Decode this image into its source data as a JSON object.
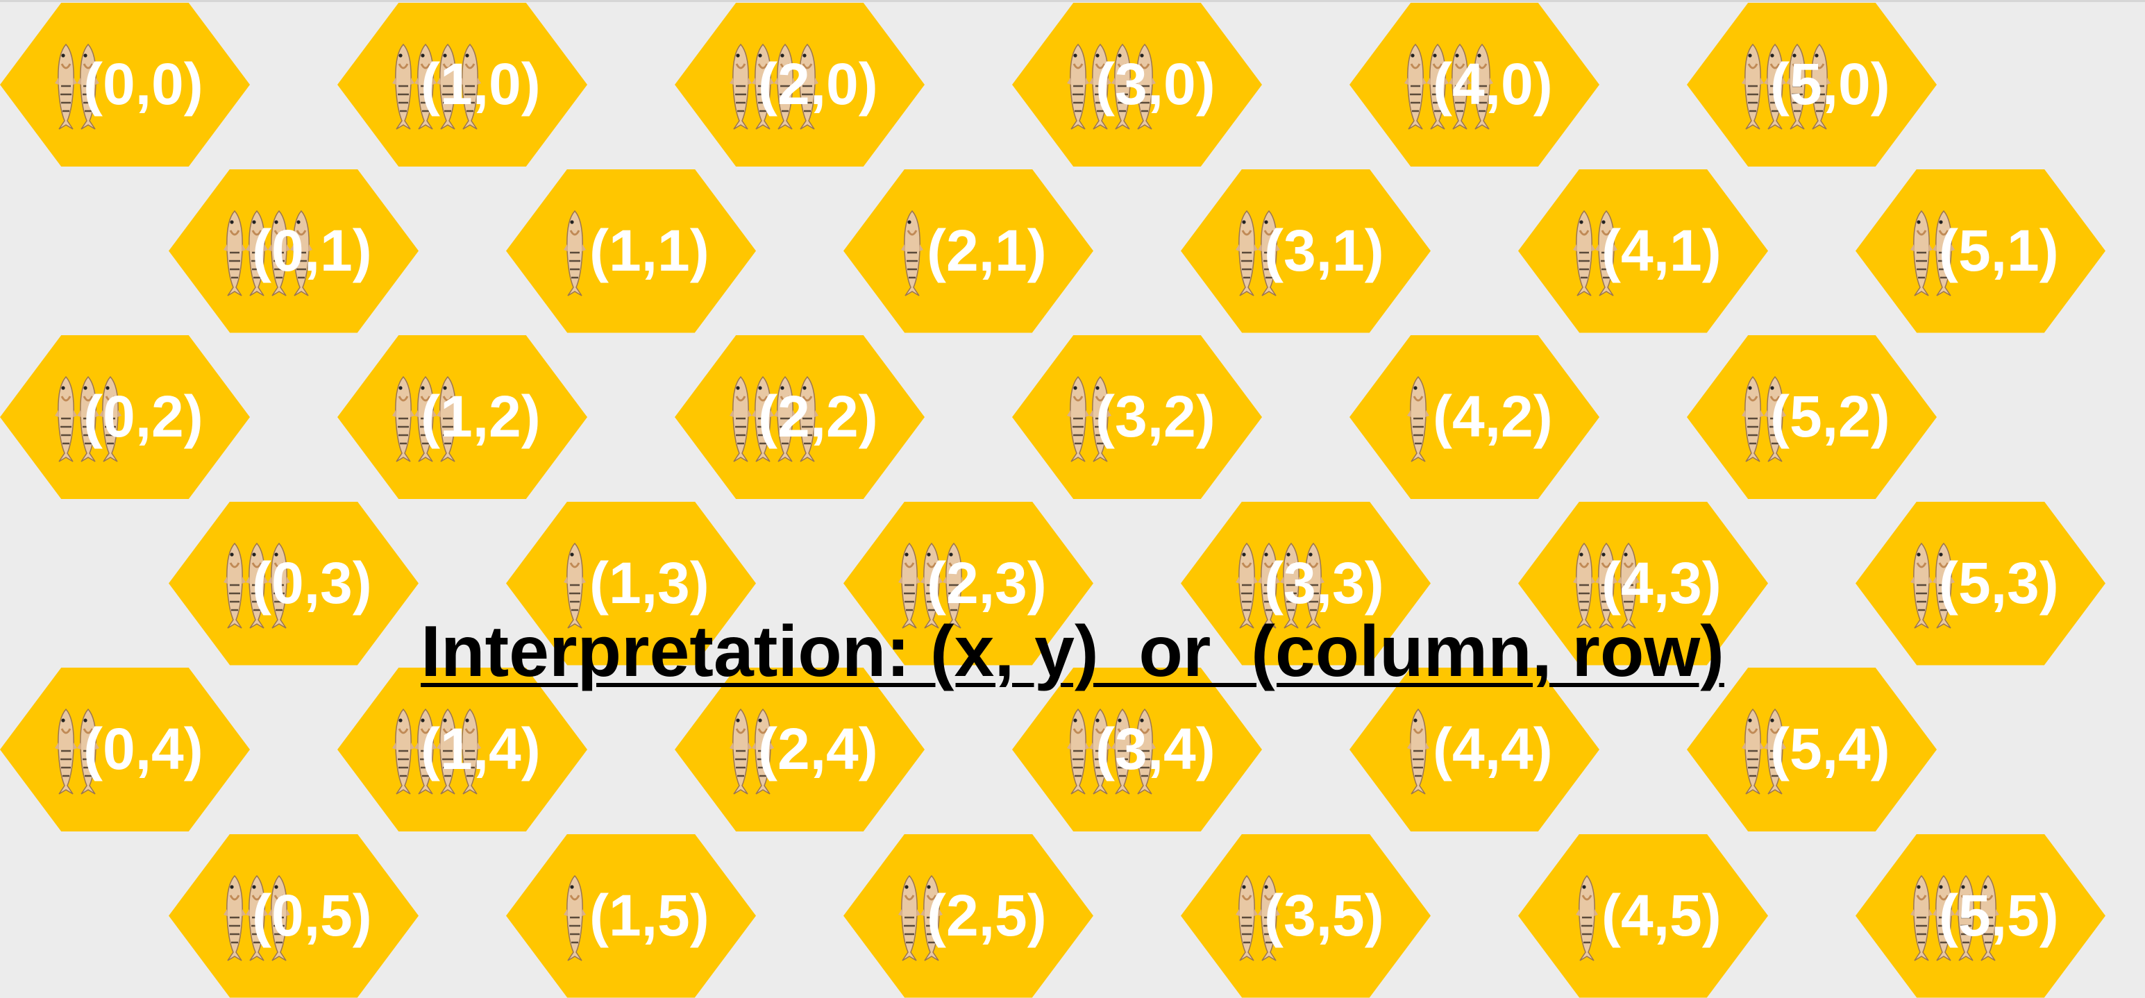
{
  "board": {
    "columns": 6,
    "rows": 6,
    "tile_color": "#ffc600",
    "label_color": "#ffffff",
    "tile_icon": "fish-icon",
    "cells": [
      {
        "label": "(0,0)",
        "fish": 2
      },
      {
        "label": "(0,1)",
        "fish": 4
      },
      {
        "label": "(0,2)",
        "fish": 3
      },
      {
        "label": "(0,3)",
        "fish": 3
      },
      {
        "label": "(0,4)",
        "fish": 2
      },
      {
        "label": "(0,5)",
        "fish": 3
      },
      {
        "label": "(1,0)",
        "fish": 4
      },
      {
        "label": "(1,1)",
        "fish": 1
      },
      {
        "label": "(1,2)",
        "fish": 3
      },
      {
        "label": "(1,3)",
        "fish": 1
      },
      {
        "label": "(1,4)",
        "fish": 4
      },
      {
        "label": "(1,5)",
        "fish": 1
      },
      {
        "label": "(2,0)",
        "fish": 4
      },
      {
        "label": "(2,1)",
        "fish": 1
      },
      {
        "label": "(2,2)",
        "fish": 4
      },
      {
        "label": "(2,3)",
        "fish": 3
      },
      {
        "label": "(2,4)",
        "fish": 2
      },
      {
        "label": "(2,5)",
        "fish": 2
      },
      {
        "label": "(3,0)",
        "fish": 4
      },
      {
        "label": "(3,1)",
        "fish": 2
      },
      {
        "label": "(3,2)",
        "fish": 2
      },
      {
        "label": "(3,3)",
        "fish": 4
      },
      {
        "label": "(3,4)",
        "fish": 4
      },
      {
        "label": "(3,5)",
        "fish": 2
      },
      {
        "label": "(4,0)",
        "fish": 4
      },
      {
        "label": "(4,1)",
        "fish": 2
      },
      {
        "label": "(4,2)",
        "fish": 1
      },
      {
        "label": "(4,3)",
        "fish": 3
      },
      {
        "label": "(4,4)",
        "fish": 1
      },
      {
        "label": "(4,5)",
        "fish": 1
      },
      {
        "label": "(5,0)",
        "fish": 4
      },
      {
        "label": "(5,1)",
        "fish": 2
      },
      {
        "label": "(5,2)",
        "fish": 2
      },
      {
        "label": "(5,3)",
        "fish": 2
      },
      {
        "label": "(5,4)",
        "fish": 2
      },
      {
        "label": "(5,5)",
        "fish": 4
      }
    ]
  },
  "caption": {
    "text": "Interpretation: (x, y)  or  (column, row)"
  }
}
